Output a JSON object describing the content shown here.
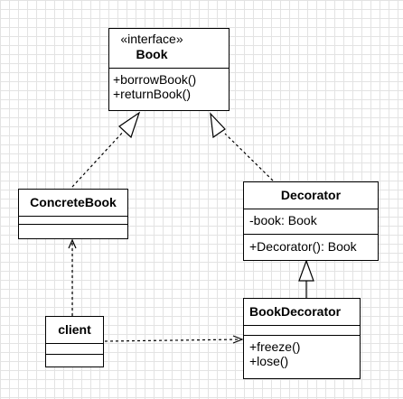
{
  "book": {
    "stereotype": "«interface»",
    "name": "Book",
    "methods": [
      "+borrowBook()",
      "+returnBook()"
    ]
  },
  "concrete_book": {
    "name": "ConcreteBook"
  },
  "decorator": {
    "name": "Decorator",
    "attributes": [
      "-book: Book"
    ],
    "methods": [
      "+Decorator(): Book"
    ]
  },
  "book_decorator": {
    "name": "BookDecorator",
    "methods": [
      "+freeze()",
      "+lose()"
    ]
  },
  "client": {
    "name": "client"
  }
}
